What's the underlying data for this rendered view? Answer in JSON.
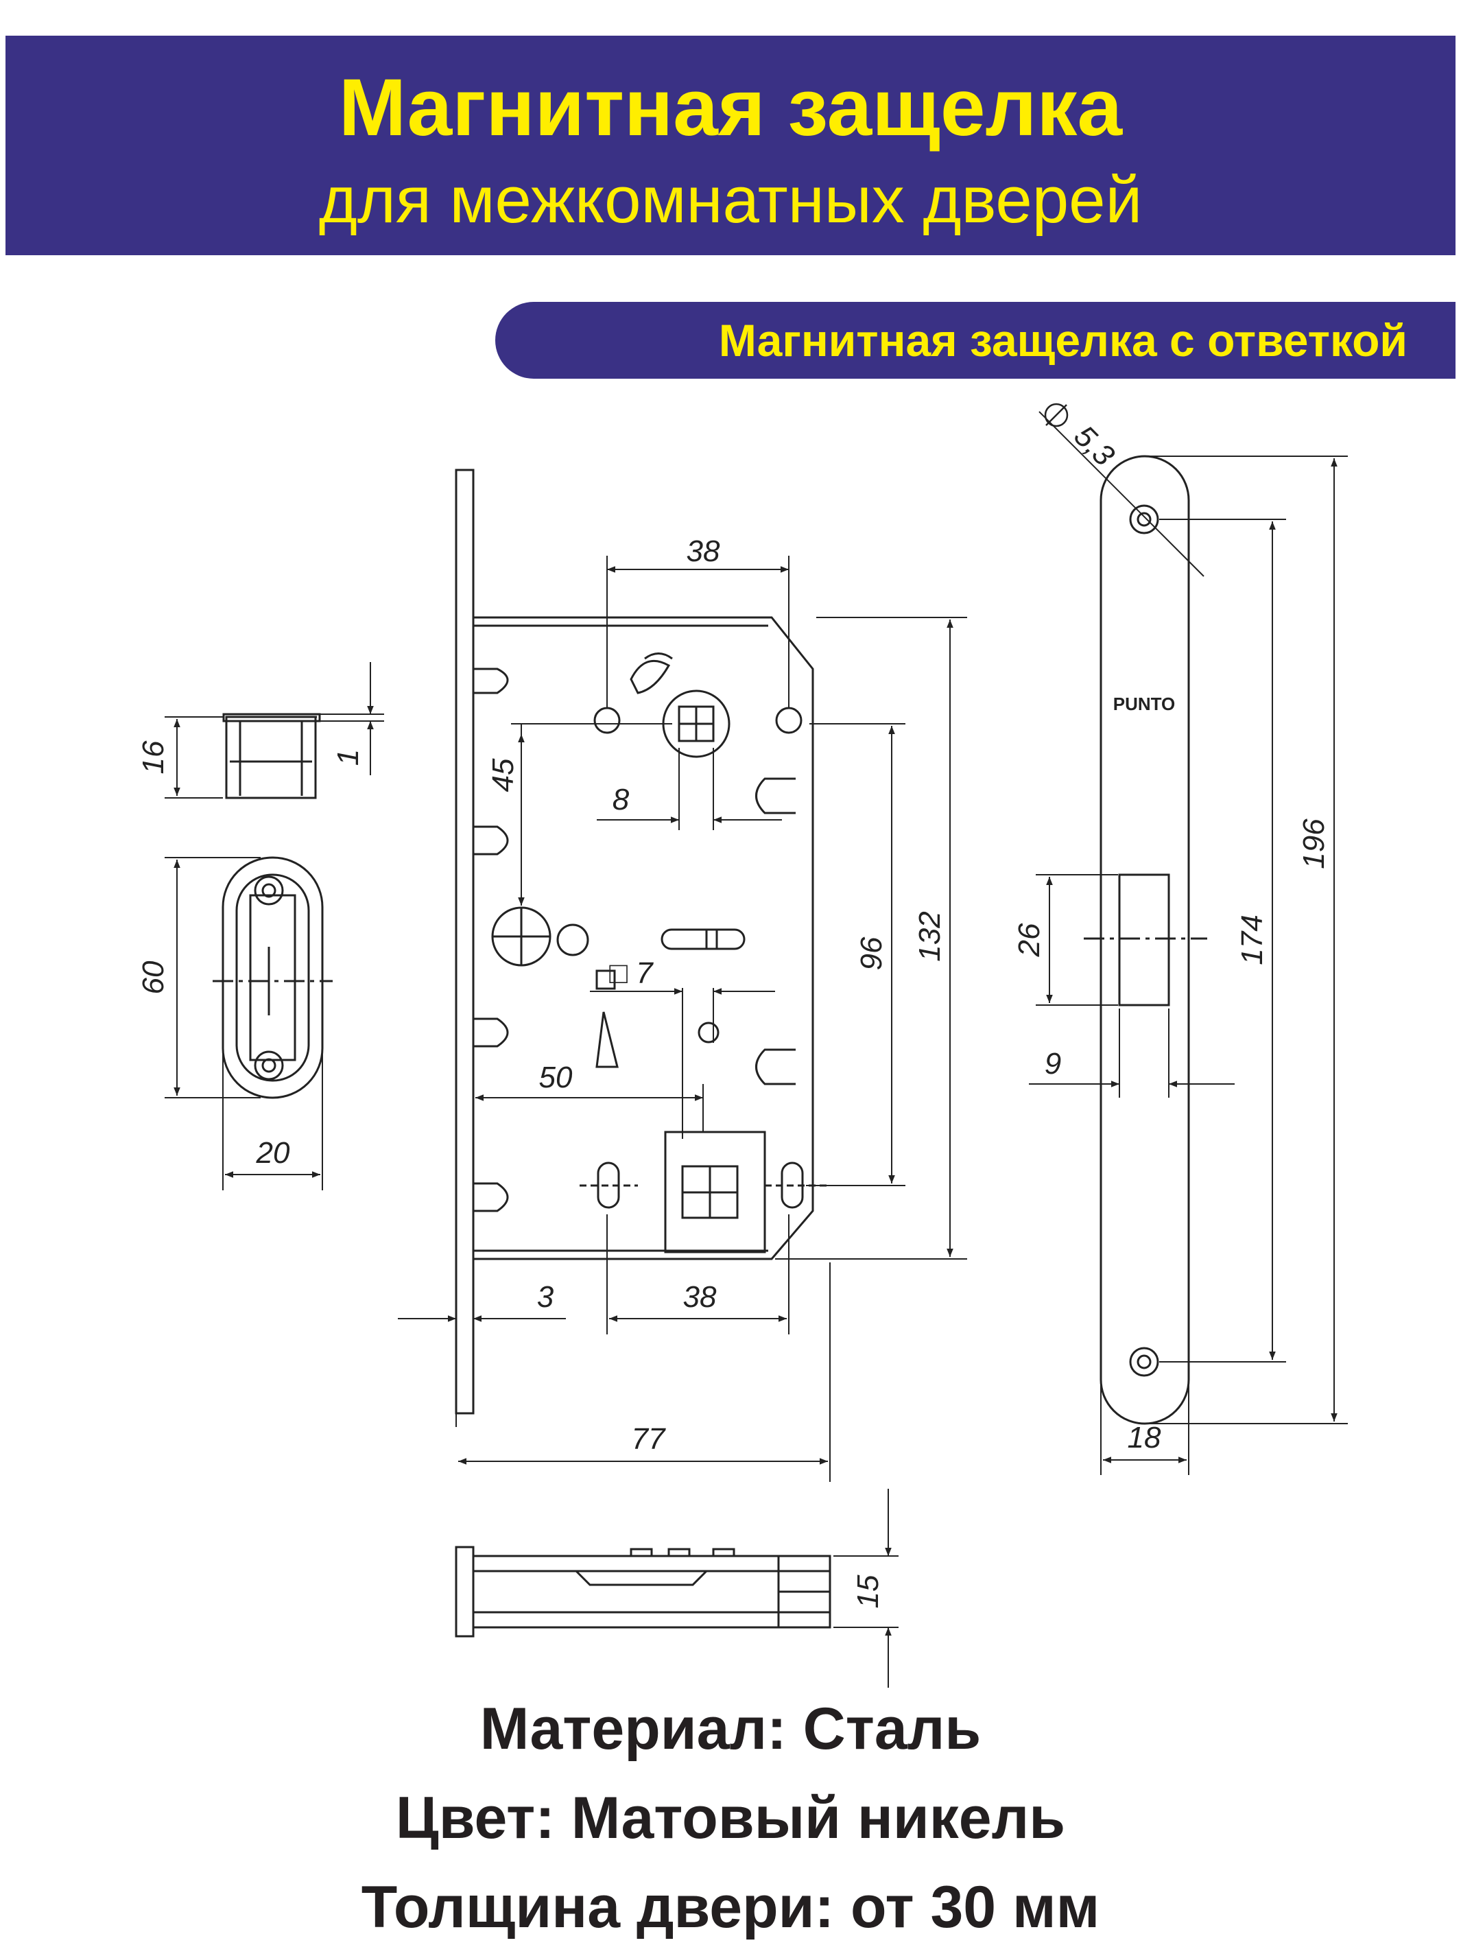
{
  "header": {
    "title": "Магнитная защелка",
    "subtitle": "для межкомнатных дверей"
  },
  "banner": {
    "label": "Магнитная защелка с ответкой"
  },
  "drawing": {
    "dimensions": {
      "d38_top": "38",
      "d8": "8",
      "d45": "45",
      "d96": "96",
      "d132": "132",
      "d7": "□ 7",
      "d50": "50",
      "d3": "3",
      "d38_bottom": "38",
      "d77": "77",
      "d15": "15",
      "d16": "16",
      "d1": "1",
      "d60": "60",
      "d20": "20",
      "d53": "5,3",
      "d196": "196",
      "d174": "174",
      "d26": "26",
      "d9": "9",
      "d18": "18"
    },
    "faceplate_brand": "PUNTO"
  },
  "specs": {
    "material": "Материал: Сталь",
    "color": "Цвет: Матовый никель",
    "thickness": "Толщина двери: от 30 мм"
  },
  "colors": {
    "banner_bg": "#3a3185",
    "banner_text": "#ffee00",
    "spec_text": "#231f20",
    "line": "#222222"
  }
}
